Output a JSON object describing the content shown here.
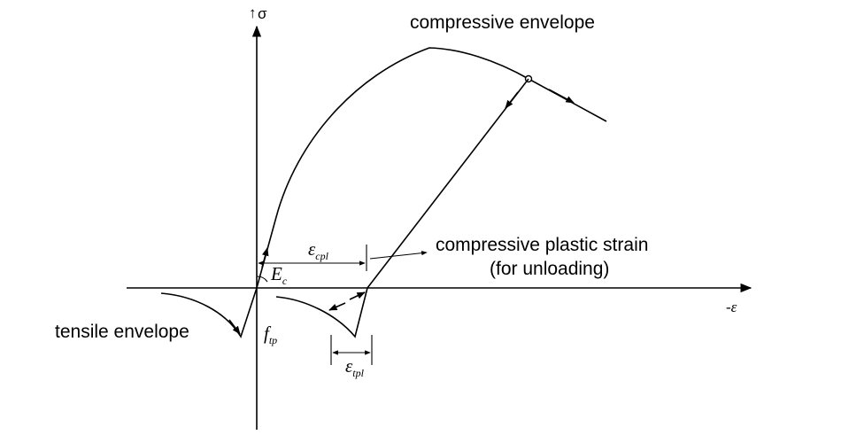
{
  "labels": {
    "stress_axis": "σ",
    "strain_axis": "-ε",
    "compressive_envelope": "compressive envelope",
    "tensile_envelope": "tensile envelope",
    "plastic_strain_line1": "compressive plastic strain",
    "plastic_strain_line2": "(for unloading)",
    "modulus": {
      "base": "E",
      "sub": "c"
    },
    "tensile_strength": {
      "base": "f",
      "sub": "tp"
    },
    "eps_cpl": {
      "base": "ε",
      "sub": "cpl"
    },
    "eps_tpl": {
      "base": "ε",
      "sub": "tpl"
    }
  },
  "colors": {
    "ink": "#000000",
    "background": "#ffffff"
  }
}
